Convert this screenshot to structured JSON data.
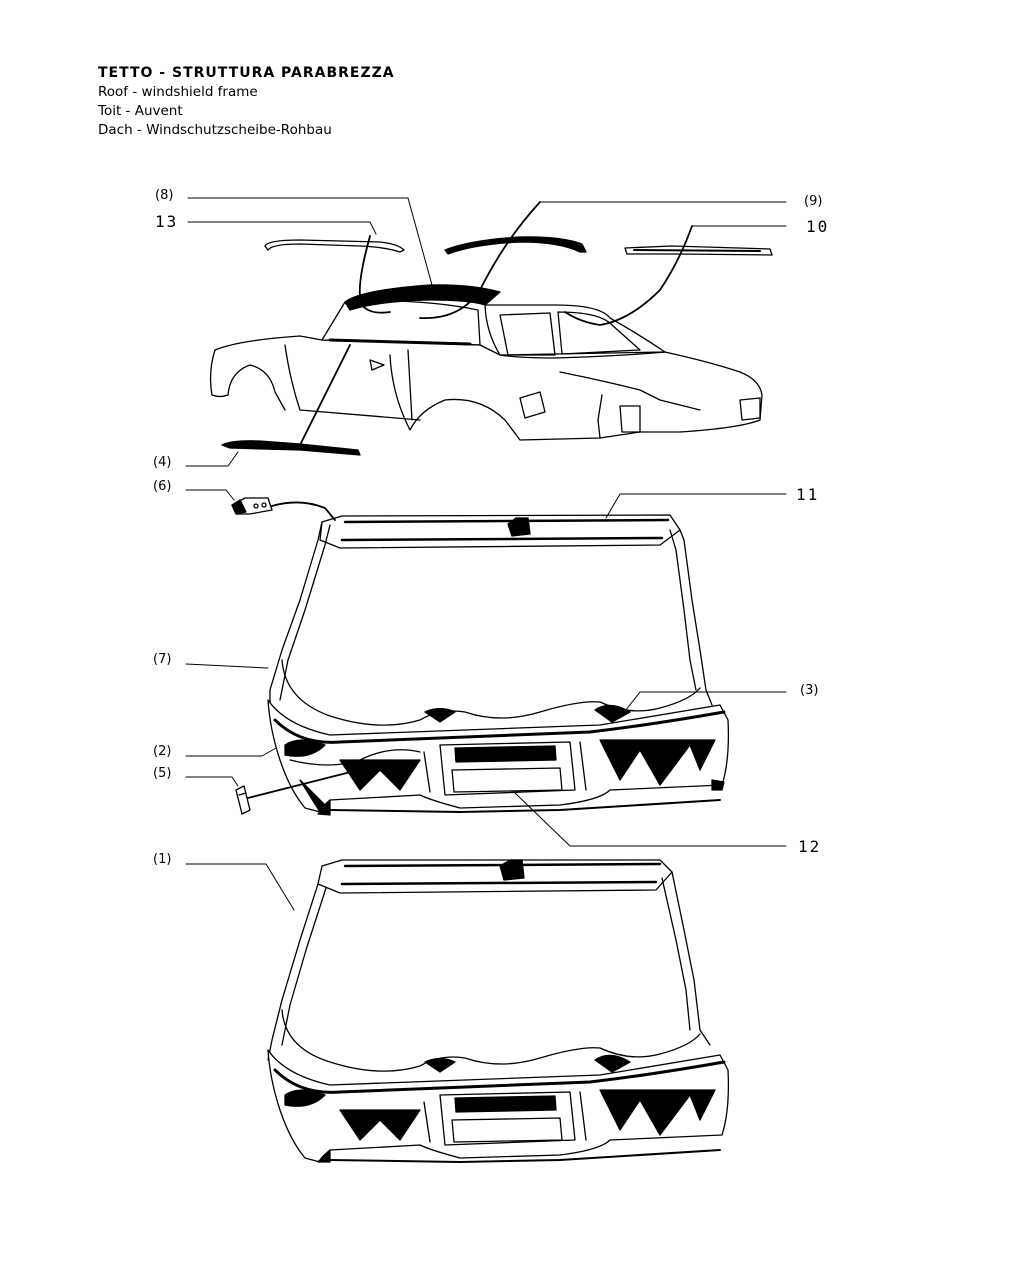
{
  "header": {
    "title_it": "TETTO - STRUTTURA PARABREZZA",
    "title_en": "Roof - windshield frame",
    "title_fr": "Toit - Auvent",
    "title_de": "Dach - Windschutzscheibe-Rohbau"
  },
  "callouts": {
    "c8": "(8)",
    "c13": "13",
    "c9": "(9)",
    "c10": "10",
    "c4": "(4)",
    "c6": "(6)",
    "c11": "11",
    "c7": "(7)",
    "c3": "(3)",
    "c2": "(2)",
    "c5": "(5)",
    "c12": "12",
    "c1": "(1)"
  }
}
